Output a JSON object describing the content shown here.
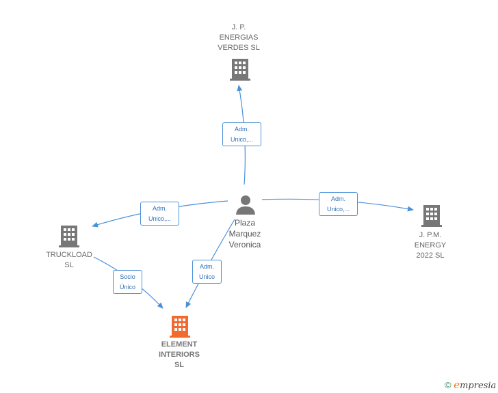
{
  "colors": {
    "edge": "#4a90d9",
    "building": "#777777",
    "focus_building": "#f26a2e",
    "person": "#777777"
  },
  "nodes": {
    "jp_energias": {
      "lines": [
        "J. P.",
        "ENERGIAS",
        "VERDES  SL"
      ],
      "icon": "building-icon"
    },
    "jpm_energy": {
      "lines": [
        "J. P.M.",
        "ENERGY",
        "2022  SL"
      ],
      "icon": "building-icon"
    },
    "truckload": {
      "lines": [
        "TRUCKLOAD",
        "SL"
      ],
      "icon": "building-icon"
    },
    "person": {
      "lines": [
        "Plaza",
        "Marquez",
        "Veronica"
      ],
      "icon": "person-icon"
    },
    "element": {
      "lines": [
        "ELEMENT",
        "INTERIORS",
        "SL"
      ],
      "icon": "building-icon"
    }
  },
  "edges": {
    "to_jp_energias": [
      "Adm.",
      "Unico,..."
    ],
    "to_jpm_energy": [
      "Adm.",
      "Unico,..."
    ],
    "to_truckload": [
      "Adm.",
      "Unico,..."
    ],
    "to_element": [
      "Adm.",
      "Unico"
    ],
    "truckload_to_element": [
      "Socio",
      "Único"
    ]
  },
  "brand": {
    "copyright": "©",
    "initial": "e",
    "rest": "mpresia"
  }
}
